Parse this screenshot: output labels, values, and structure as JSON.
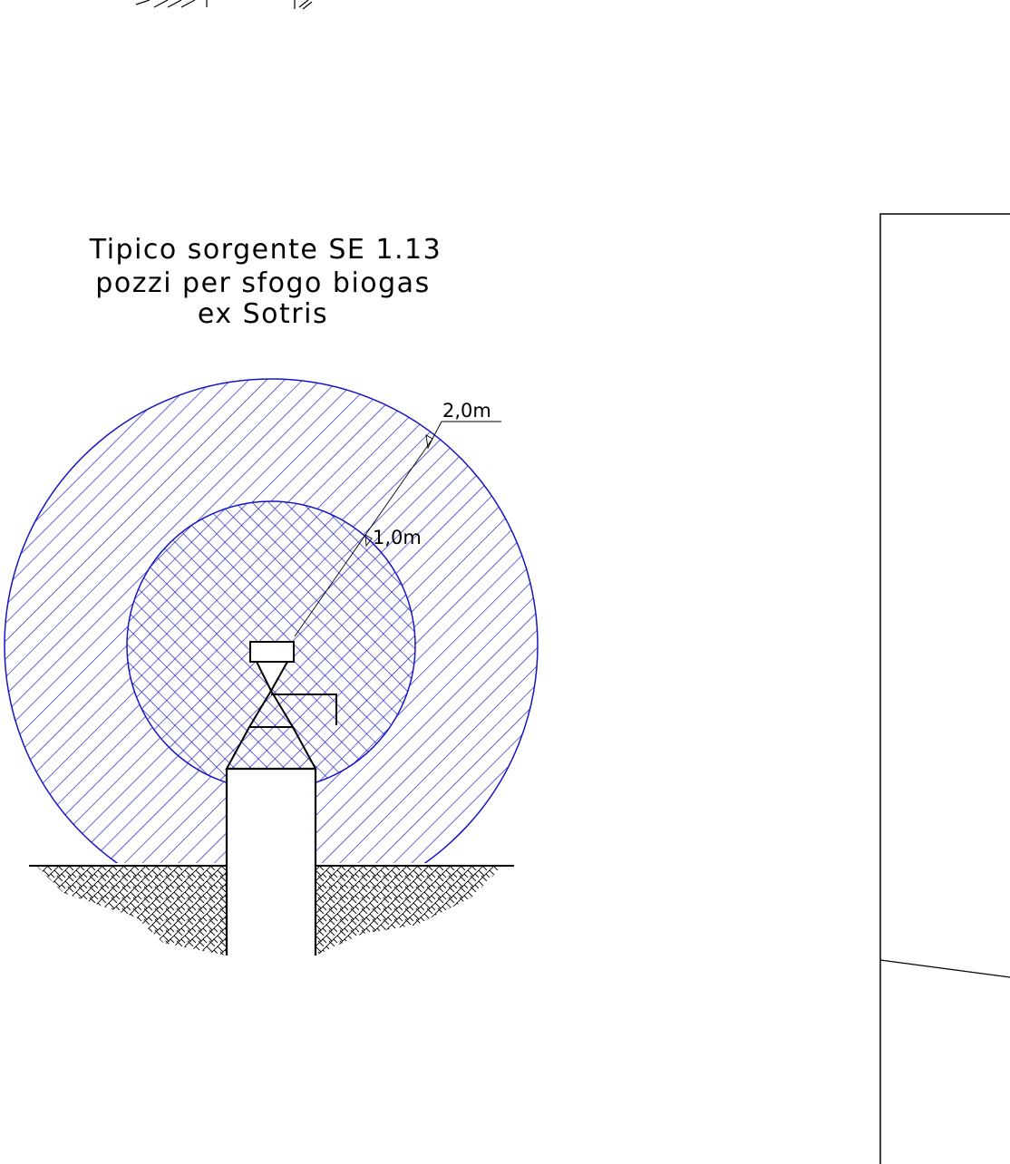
{
  "title": {
    "line1": "Tipico sorgente SE 1.13",
    "line2": "pozzi per sfogo biogas",
    "line3": "ex Sotris"
  },
  "dimensions": {
    "outer_radius_label": "2,0m",
    "inner_radius_label": "1,0m"
  },
  "colors": {
    "zone_stroke": "#1515c8",
    "ink": "#000000",
    "background": "#ffffff"
  }
}
